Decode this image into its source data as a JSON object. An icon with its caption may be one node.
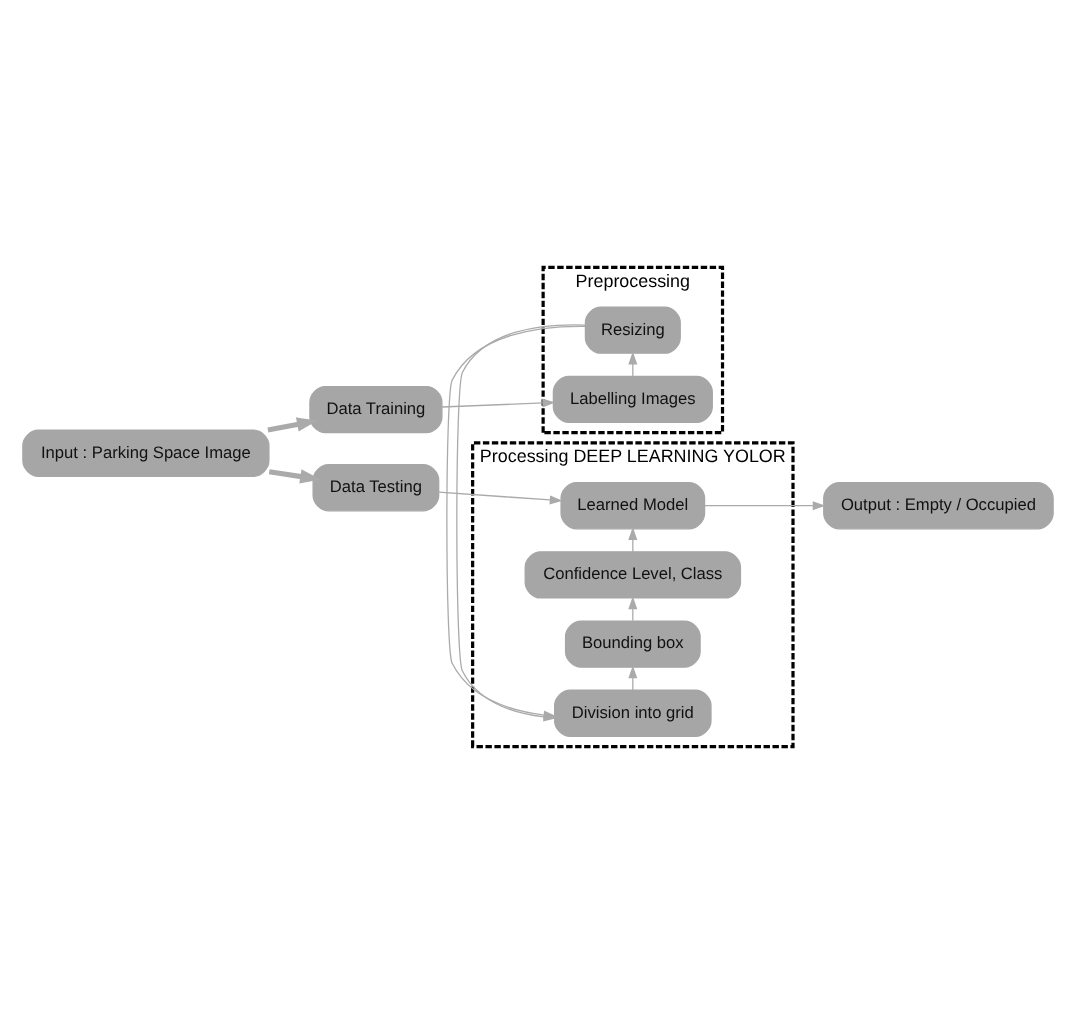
{
  "diagram": {
    "nodes": [
      {
        "text": [
          "Input : Parking Space Image"
        ]
      },
      {
        "text": [
          "Data Training"
        ]
      },
      {
        "text": [
          "Data Testing"
        ]
      },
      {
        "text": [
          "Preprocessing"
        ]
      },
      {
        "text": [
          "Labelling Images"
        ],
        "in": 3
      },
      {
        "text": [
          "Resizing"
        ],
        "in": 3
      },
      {
        "text": [
          "Processing DEEP LEARNING YOLOR"
        ]
      },
      {
        "text": [
          "Division into grid"
        ],
        "in": 6
      },
      {
        "text": [
          "Bounding box"
        ],
        "in": 6
      },
      {
        "text": [
          "Confidence Level, Class"
        ],
        "in": 6
      },
      {
        "text": [
          "Learned Model"
        ],
        "in": 6
      },
      {
        "text": [
          "Output : Empty / Occupied"
        ]
      }
    ],
    "edges": [
      {
        "from": 0,
        "to": 1,
        "arrow": "to",
        "style": "thick"
      },
      {
        "from": 0,
        "to": 2,
        "arrow": "to",
        "style": "thick"
      },
      {
        "from": 1,
        "to": 4,
        "arrow": "to"
      },
      {
        "from": 4,
        "to": 5,
        "arrow": "to"
      },
      {
        "from": 5,
        "to": 7,
        "arrow": "to"
      },
      {
        "from": 7,
        "to": 8,
        "arrow": "to"
      },
      {
        "from": 8,
        "to": 9,
        "arrow": "to"
      },
      {
        "from": 9,
        "to": 10,
        "arrow": "to"
      },
      {
        "from": 2,
        "to": 10,
        "arrow": "to"
      },
      {
        "from": 10,
        "to": 11,
        "arrow": "to"
      }
    ]
  }
}
